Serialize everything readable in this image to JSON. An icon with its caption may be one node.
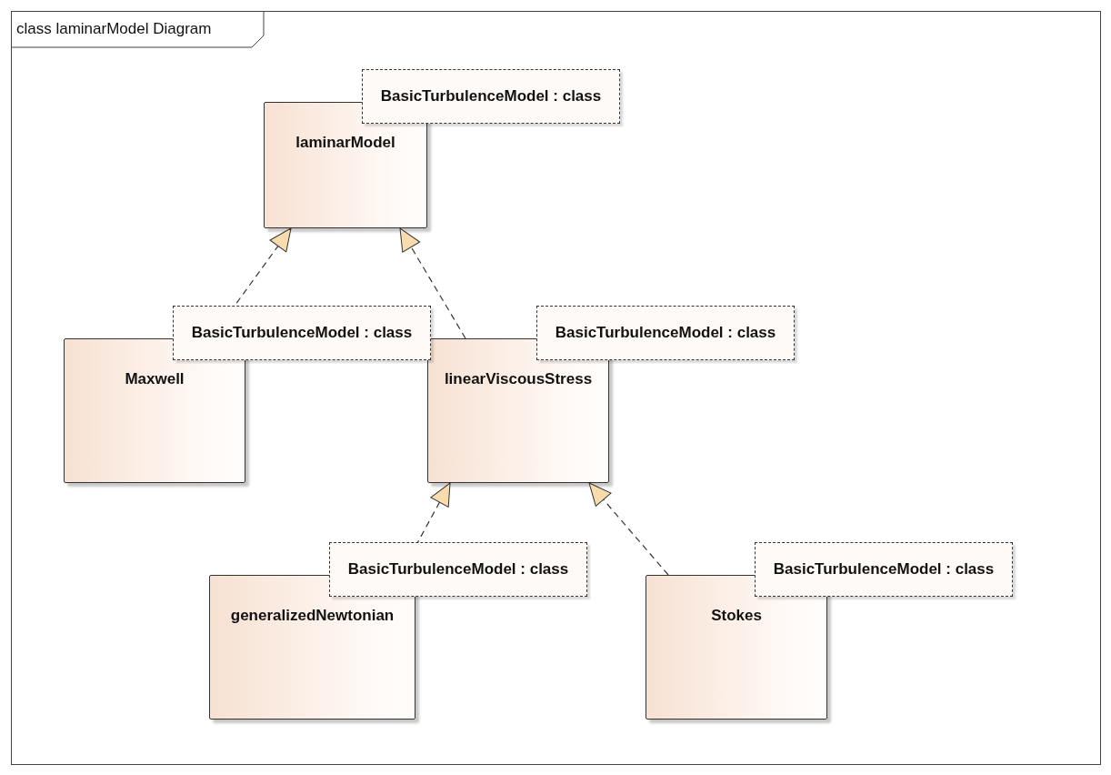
{
  "diagram": {
    "title": "class laminarModel Diagram",
    "nodes": [
      {
        "text": [
          "BasicTurbulenceModel : class",
          "laminarModel"
        ]
      },
      {
        "text": [
          "BasicTurbulenceModel : class",
          "Maxwell"
        ]
      },
      {
        "text": [
          "BasicTurbulenceModel : class",
          "linearViscousStress"
        ]
      },
      {
        "text": [
          "BasicTurbulenceModel : class",
          "generalizedNewtonian"
        ]
      },
      {
        "text": [
          "BasicTurbulenceModel : class",
          "Stokes"
        ]
      }
    ],
    "edges": [
      {
        "from": 1,
        "to": 0,
        "arrow": "to",
        "style": "dashed"
      },
      {
        "from": 2,
        "to": 0,
        "arrow": "to",
        "style": "dashed"
      },
      {
        "from": 3,
        "to": 2,
        "arrow": "to",
        "style": "dashed"
      },
      {
        "from": 4,
        "to": 2,
        "arrow": "to",
        "style": "dashed"
      }
    ]
  }
}
